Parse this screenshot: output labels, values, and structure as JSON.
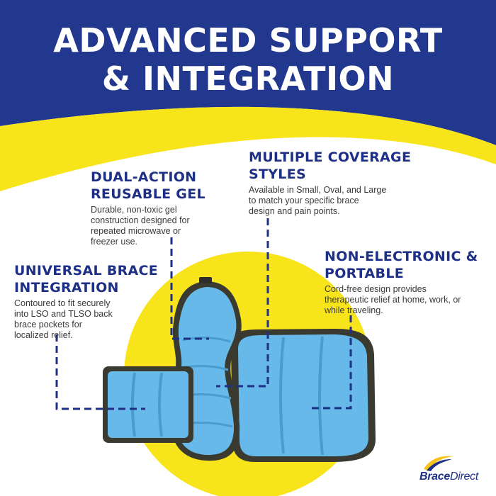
{
  "header": {
    "title_line1": "ADVANCED SUPPORT",
    "title_line2": "& INTEGRATION"
  },
  "features": {
    "gel": {
      "title_line1": "DUAL-ACTION",
      "title_line2": "REUSABLE GEL",
      "desc": [
        "Durable, non-toxic gel",
        "construction designed for",
        "repeated microwave or",
        "freezer use."
      ]
    },
    "coverage": {
      "title_line1": "MULTIPLE COVERAGE",
      "title_line2": "STYLES",
      "desc": [
        "Available in Small, Oval, and Large",
        "to match your specific brace",
        "design and pain points."
      ]
    },
    "brace": {
      "title_line1": "UNIVERSAL BRACE",
      "title_line2": "INTEGRATION",
      "desc": [
        "Contoured to fit securely",
        "into LSO and TLSO back",
        "brace pockets for",
        "localized relief."
      ]
    },
    "portable": {
      "title_line1": "NON-ELECTRONIC &",
      "title_line2": "PORTABLE",
      "desc": [
        "Cord-free design provides",
        "therapeutic relief at home, work, or",
        "while traveling."
      ]
    }
  },
  "logo": {
    "word1": "Brace",
    "word2": "Direct"
  },
  "colors": {
    "navy": "#22388f",
    "yellow": "#f7e41a",
    "heading": "#1e2f86",
    "gel_blue": "#66b9e8",
    "pad_border": "#3a3a30"
  }
}
